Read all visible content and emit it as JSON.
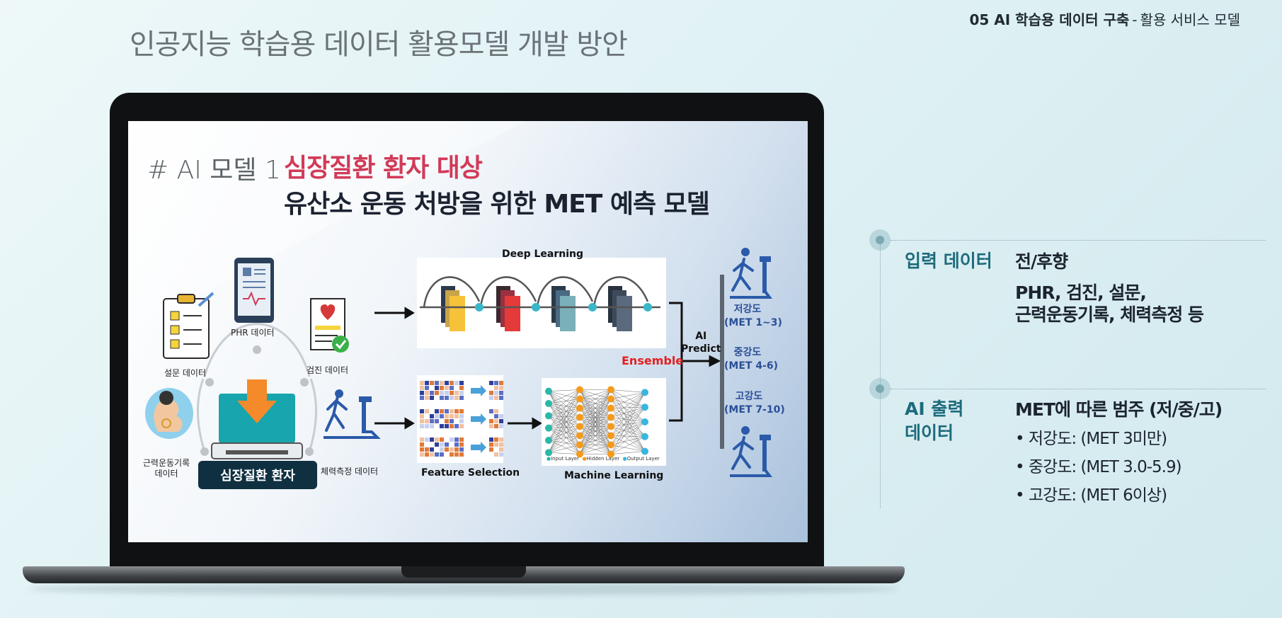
{
  "header": {
    "section": "05 AI 학습용 데이터 구축",
    "separator": "-",
    "subsection": "활용 서비스 모델",
    "page_title": "인공지능 학습용 데이터 활용모델 개발 방안"
  },
  "slide": {
    "tag": "# AI 모델 1",
    "title_red": "심장질환 환자 대상",
    "title_main": "유산소 운동 처방을 위한 MET 예측 모델",
    "inputs": {
      "phr": "PHR 데이터",
      "survey": "설문 데이터",
      "checkup": "검진 데이터",
      "muscle": "근력운동기록",
      "muscle2": "데이터",
      "fitness": "체력측정 데이터"
    },
    "patient": "심장질환 환자",
    "deep_learning": "Deep Learning",
    "feature_selection": "Feature Selection",
    "machine_learning": "Machine Learning",
    "ml_legend": [
      "Input Layer",
      "Hidden Layer",
      "Output Layer"
    ],
    "ensemble": "Ensemble",
    "ai_predict_1": "AI",
    "ai_predict_2": "Predict",
    "intensity": [
      {
        "name": "저강도",
        "range": "(MET 1~3)"
      },
      {
        "name": "중강도",
        "range": "(MET 4-6)"
      },
      {
        "name": "고강도",
        "range": "(MET 7-10)"
      }
    ]
  },
  "panel": {
    "input": {
      "key": "입력 데이터",
      "line1": "전/후향",
      "line2": "PHR, 검진, 설문,",
      "line3": "근력운동기록, 체력측정 등"
    },
    "output": {
      "key1": "AI 출력",
      "key2": "데이터",
      "line1": "MET에 따른 범주 (저/중/고)",
      "bullets": [
        "저강도: (MET 3미만)",
        "중강도: (MET 3.0-5.9)",
        "고강도: (MET 6이상)"
      ]
    }
  },
  "colors": {
    "accent_red": "#d23a58",
    "ensemble_red": "#e41f1f",
    "teal": "#1d6b7c",
    "blue": "#2b4f98",
    "badge": "#0f3040"
  }
}
